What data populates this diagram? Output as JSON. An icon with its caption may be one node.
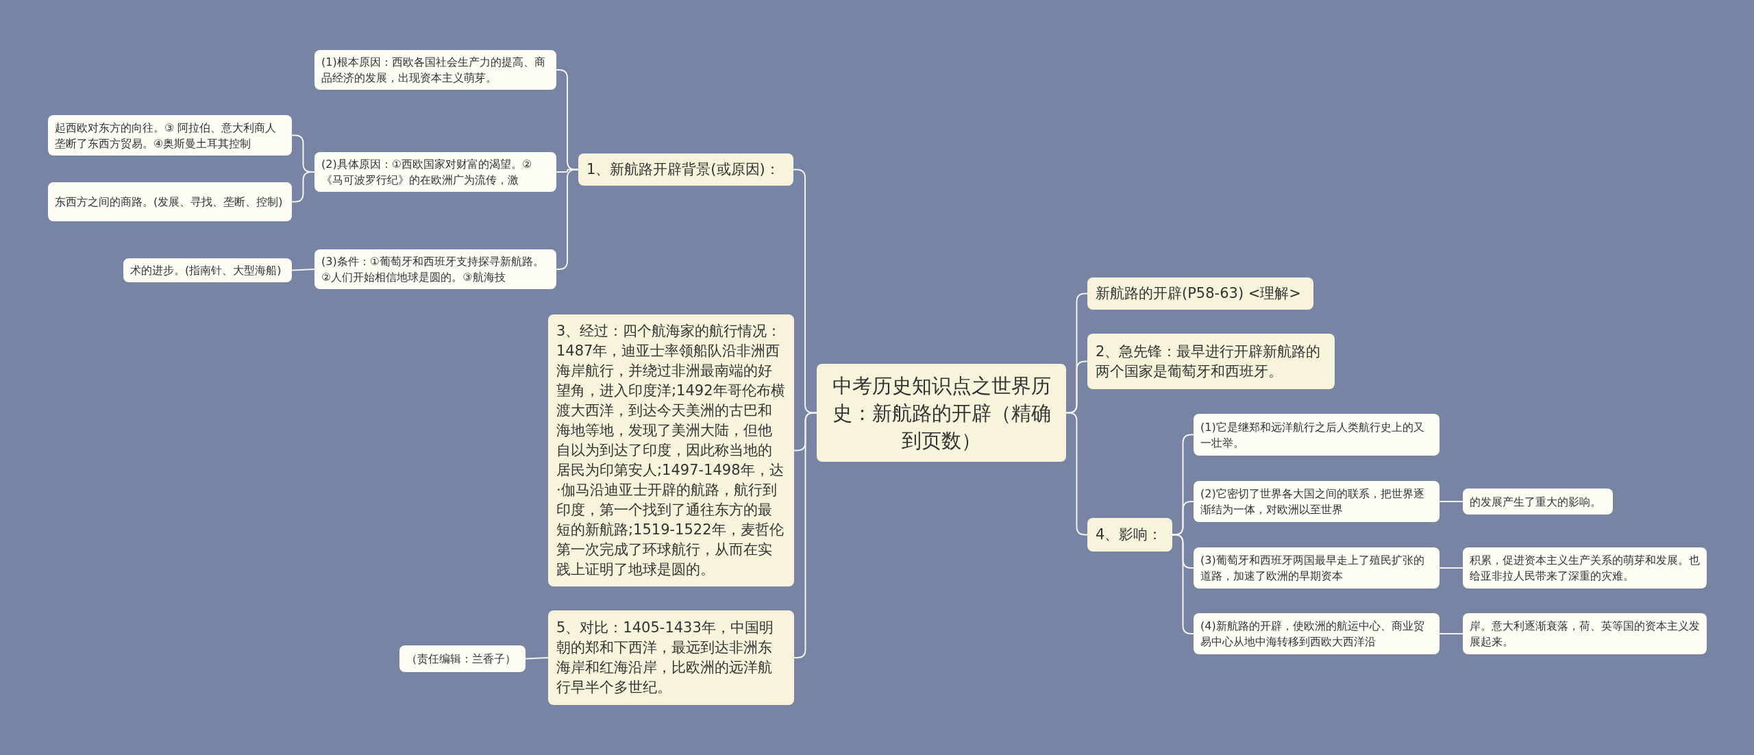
{
  "diagram": {
    "nodes": [
      {
        "text": [
          "中考历史知识点之世界历史：新航路的开辟（精确到页数）"
        ]
      },
      {
        "text": [
          "1、新航路开辟背景(或原因)："
        ]
      },
      {
        "text": [
          "(1)根本原因：西欧各国社会生产力的提高、商品经济的发展，出现资本主义萌芽。"
        ]
      },
      {
        "text": [
          "(2)具体原因：①西欧国家对财富的渴望。②《马可波罗行纪》的在欧洲广为流传，激"
        ]
      },
      {
        "text": [
          "起西欧对东方的向往。③ 阿拉伯、意大利商人垄断了东西方贸易。④奥斯曼土耳其控制"
        ]
      },
      {
        "text": [
          "东西方之间的商路。(发展、寻找、垄断、控制)"
        ]
      },
      {
        "text": [
          "(3)条件：①葡萄牙和西班牙支持探寻新航路。②人们开始相信地球是圆的。③航海技"
        ]
      },
      {
        "text": [
          "术的进步。(指南针、大型海船)"
        ]
      },
      {
        "text": [
          "3、经过：四个航海家的航行情况：1487年，迪亚士率领船队沿非洲西海岸航行，并绕过非洲最南端的好望角，进入印度洋;1492年哥伦布横渡大西洋，到达今天美洲的古巴和海地等地，发现了美洲大陆，但他自以为到达了印度，因此称当地的居民为印第安人;1497-1498年，达·伽马沿迪亚士开辟的航路，航行到印度，第一个找到了通往东方的最短的新航路;1519-1522年，麦哲伦第一次完成了环球航行，从而在实践上证明了地球是圆的。"
        ]
      },
      {
        "text": [
          "5、对比：1405-1433年，中国明朝的郑和下西洋，最远到达非洲东海岸和红海沿岸，比欧洲的远洋航行早半个多世纪。"
        ]
      },
      {
        "text": [
          "（责任编辑：兰香子）"
        ]
      },
      {
        "text": [
          "新航路的开辟(P58-63) <理解>"
        ]
      },
      {
        "text": [
          "2、急先锋：最早进行开辟新航路的两个国家是葡萄牙和西班牙。"
        ]
      },
      {
        "text": [
          "4、影响："
        ]
      },
      {
        "text": [
          "(1)它是继郑和远洋航行之后人类航行史上的又一壮举。"
        ]
      },
      {
        "text": [
          "(2)它密切了世界各大国之间的联系，把世界逐渐结为一体，对欧洲以至世界"
        ]
      },
      {
        "text": [
          "的发展产生了重大的影响。"
        ]
      },
      {
        "text": [
          "(3)葡萄牙和西班牙两国最早走上了殖民扩张的道路，加速了欧洲的早期资本"
        ]
      },
      {
        "text": [
          "积累，促进资本主义生产关系的萌芽和发展。也给亚非拉人民带来了深重的灾难。"
        ]
      },
      {
        "text": [
          "(4)新航路的开辟，使欧洲的航运中心、商业贸易中心从地中海转移到西欧大西洋沿"
        ]
      },
      {
        "text": [
          "岸。意大利逐渐衰落，荷、英等国的资本主义发展起来。"
        ]
      }
    ],
    "edges": [
      {
        "from": 0,
        "to": 1,
        "arrow": "none"
      },
      {
        "from": 1,
        "to": 2,
        "arrow": "none"
      },
      {
        "from": 1,
        "to": 3,
        "arrow": "none"
      },
      {
        "from": 3,
        "to": 4,
        "arrow": "none"
      },
      {
        "from": 3,
        "to": 5,
        "arrow": "none"
      },
      {
        "from": 1,
        "to": 6,
        "arrow": "none"
      },
      {
        "from": 6,
        "to": 7,
        "arrow": "none"
      },
      {
        "from": 0,
        "to": 8,
        "arrow": "none"
      },
      {
        "from": 0,
        "to": 9,
        "arrow": "none"
      },
      {
        "from": 9,
        "to": 10,
        "arrow": "none"
      },
      {
        "from": 0,
        "to": 11,
        "arrow": "none"
      },
      {
        "from": 0,
        "to": 12,
        "arrow": "none"
      },
      {
        "from": 0,
        "to": 13,
        "arrow": "none"
      },
      {
        "from": 13,
        "to": 14,
        "arrow": "none"
      },
      {
        "from": 13,
        "to": 15,
        "arrow": "none"
      },
      {
        "from": 15,
        "to": 16,
        "arrow": "none"
      },
      {
        "from": 13,
        "to": 17,
        "arrow": "none"
      },
      {
        "from": 17,
        "to": 18,
        "arrow": "none"
      },
      {
        "from": 13,
        "to": 19,
        "arrow": "none"
      },
      {
        "from": 19,
        "to": 20,
        "arrow": "none"
      }
    ]
  }
}
